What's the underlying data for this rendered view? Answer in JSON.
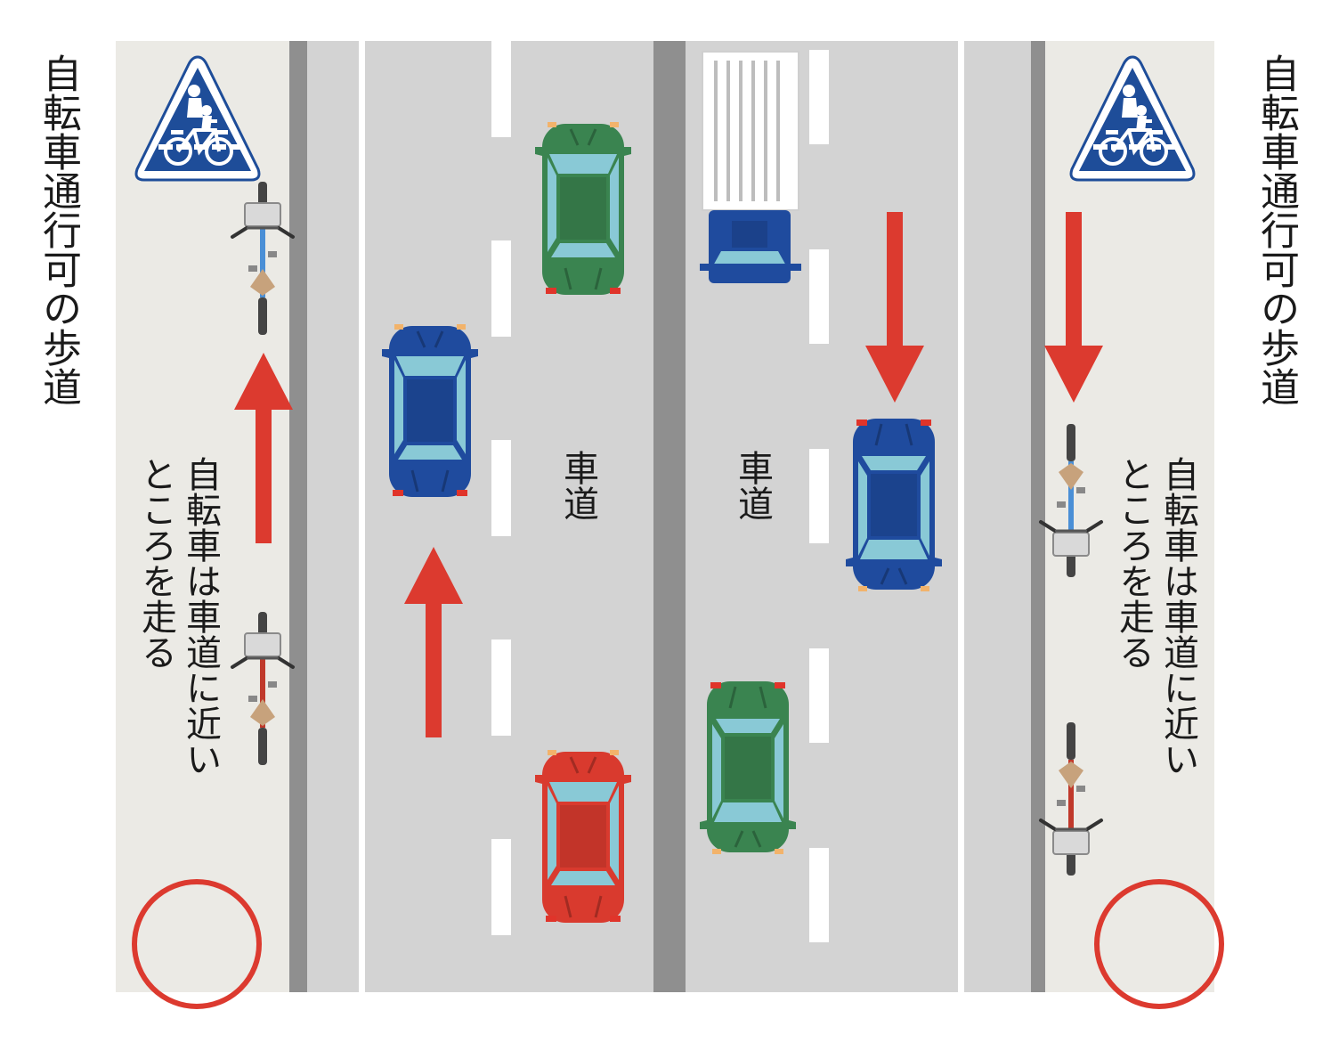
{
  "colors": {
    "background": "#ffffff",
    "sidewalk": "#ebeae5",
    "road": "#d3d3d3",
    "curb": "#8f8f8f",
    "median": "#8f8f8f",
    "lane_marking": "#ffffff",
    "arrow": "#dc3a2f",
    "ok_circle": "#dc3a2f",
    "sign_blue": "#1e4d99",
    "car_blue": "#1f4b9e",
    "car_green": "#3a8450",
    "car_red": "#d93a2e",
    "glass": "#89c9d6"
  },
  "left": {
    "sidewalk_label": "自転車通行可の歩道",
    "note": [
      "自転車は車道に近い",
      "ところを走る"
    ],
    "sign_icon": "bicycle-pedestrian-sign-icon",
    "mark_icon": "ok-circle-icon"
  },
  "right": {
    "sidewalk_label": "自転車通行可の歩道",
    "note": [
      "自転車は車道に近い",
      "ところを走る"
    ],
    "sign_icon": "bicycle-pedestrian-sign-icon",
    "mark_icon": "ok-circle-icon"
  },
  "road": {
    "left_label": "車道",
    "right_label": "車道"
  }
}
